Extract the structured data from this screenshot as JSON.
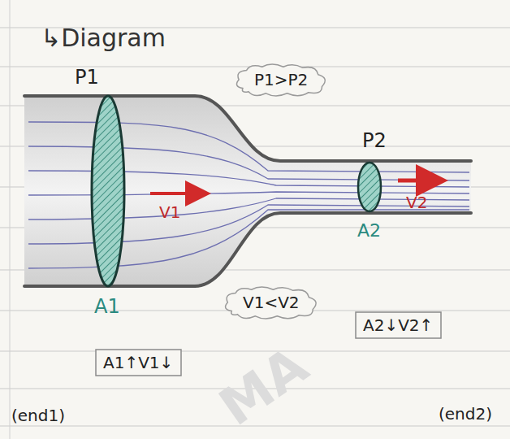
{
  "diagram": {
    "title": "↳Diagram",
    "nodes": [
      {
        "text": [
          "P1>P2"
        ]
      },
      {
        "text": [
          "V1<V2"
        ]
      },
      {
        "text": [
          "A2↓V2↑"
        ]
      },
      {
        "text": [
          "A1↑V1↓"
        ]
      }
    ],
    "labels": [
      "P1",
      "P2",
      "V1",
      "V2",
      "A1",
      "A2",
      "(end1)",
      "(end2)",
      "MA"
    ]
  }
}
